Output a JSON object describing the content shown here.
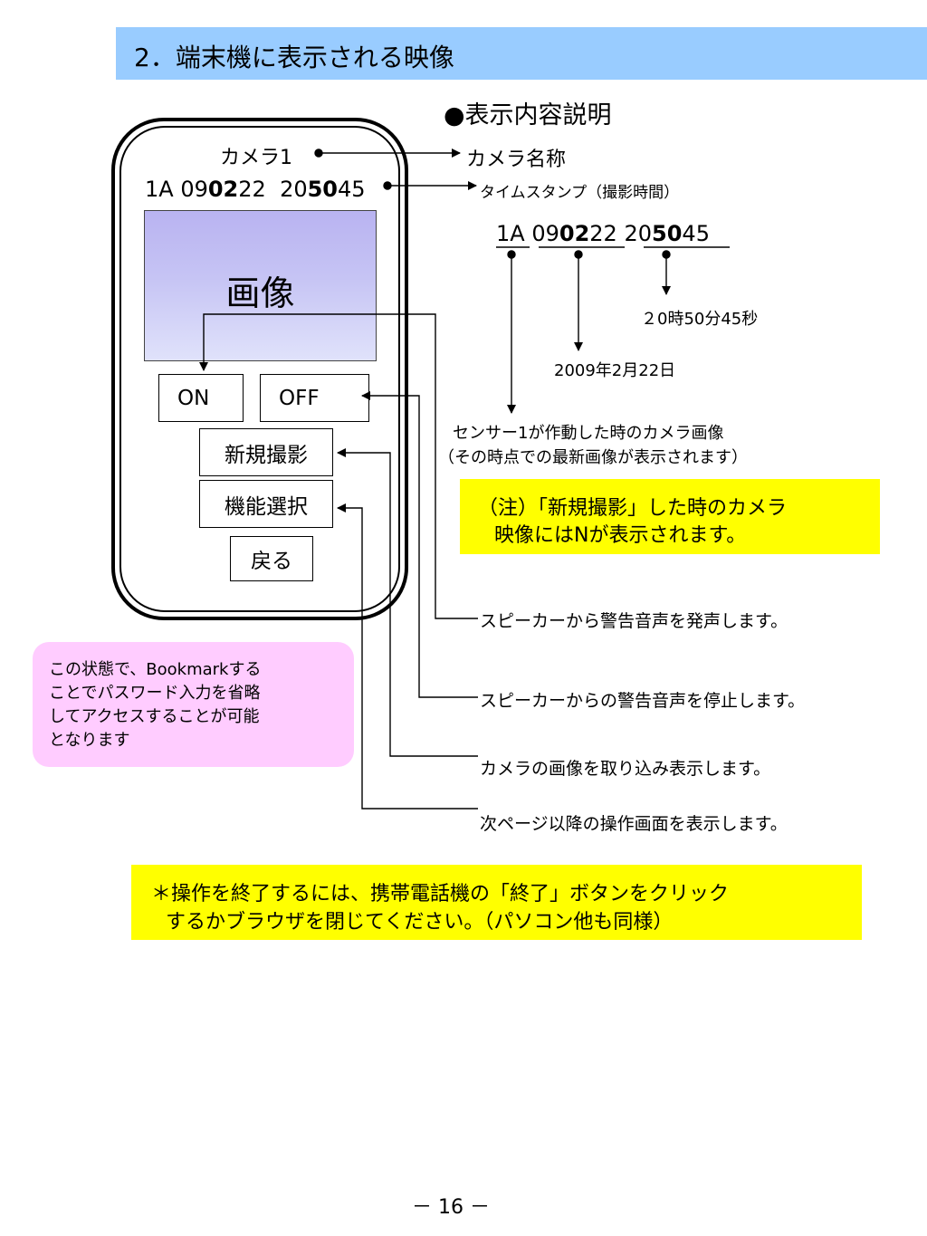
{
  "header": {
    "title": "2．端末機に表示される映像"
  },
  "section": {
    "heading": "●表示内容説明"
  },
  "phone": {
    "camera_name": "カメラ1",
    "timestamp": {
      "p1": "1A 09",
      "p2": "02",
      "p3": "22  20",
      "p4": "50",
      "p5": "45"
    },
    "image_label": "画像",
    "buttons": {
      "on": "ON",
      "off": "OFF",
      "new_shot": "新規撮影",
      "function_select": "機能選択",
      "back": "戻る"
    }
  },
  "annotations": {
    "camera_name": "カメラ名称",
    "timestamp": "タイムスタンプ（撮影時間）",
    "ts_breakdown": {
      "sensor": "1A",
      "date_a": "09",
      "date_b": "02",
      "date_c": "22",
      "time_a": "20",
      "time_b": "50",
      "time_c": "45"
    },
    "time": "２0時50分45秒",
    "date": "2009年2月22日",
    "sensor_line1": "センサー1が作動した時のカメラ画像",
    "sensor_line2": "（その時点での最新画像が表示されます）",
    "note_line1": "（注）「新規撮影」した時のカメラ",
    "note_line2": "映像にはNが表示されます。",
    "on_desc": "スピーカーから警告音声を発声します。",
    "off_desc": "スピーカーからの警告音声を停止します。",
    "new_shot_desc": "カメラの画像を取り込み表示します。",
    "function_desc": "次ページ以降の操作画面を表示します。"
  },
  "bookmark_note": {
    "line1": "この状態で、Bookmarkする",
    "line2": "ことでパスワード入力を省略",
    "line3": "してアクセスすることが可能",
    "line4": "となります"
  },
  "exit_note": {
    "line1": "＊操作を終了するには、携帯電話機の「終了」ボタンをクリック",
    "line2": "するかブラウザを閉じてください。（パソコン他も同様）"
  },
  "footer": {
    "page_number": "－ 16 －"
  }
}
